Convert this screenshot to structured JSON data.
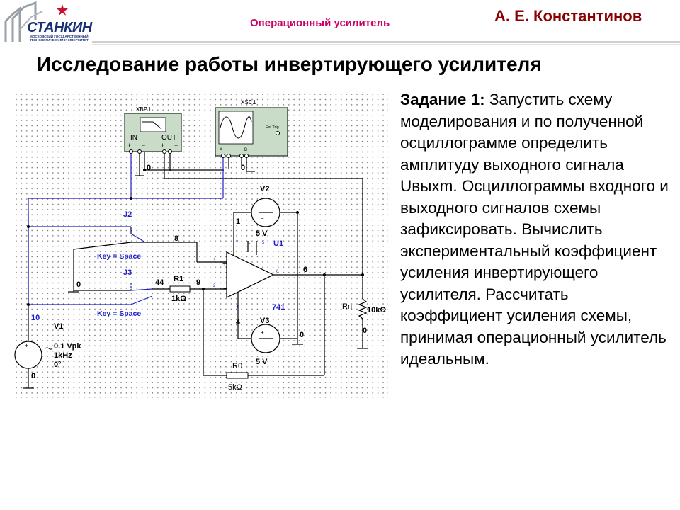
{
  "header": {
    "logo_text": "СТАНКИН",
    "logo_subtext": "МОСКОВСКИЙ ГОСУДАРСТВЕННЫЙ ТЕХНОЛОГИЧЕСКИЙ УНИВЕРСИТЕТ",
    "subject": "Операционный усилитель",
    "author": "А. Е. Константинов"
  },
  "title": "Исследование работы инвертирующего усилителя",
  "task": {
    "label": "Задание 1:",
    "text": " Запустить схему моделирования и по полученной осциллограмме определить амплитуду выходного сигнала Uвыхm. Осциллограммы входного и выходного сигналов схемы зафиксировать. Вычислить экспериментальный коэффициент усиления инвертирующего усилителя. Рассчитать коэффициент усиления схемы, принимая операционный усилитель идеальным."
  },
  "circuit": {
    "bode": {
      "name": "XBP1",
      "in": "IN",
      "out": "OUT"
    },
    "scope": {
      "name": "XSC1",
      "ext": "Ext Trig",
      "a": "A",
      "b": "B"
    },
    "source_v1": {
      "name": "V1",
      "amp": "0.1 Vpk",
      "freq": "1kHz",
      "phase": "0°"
    },
    "switch_j2": {
      "name": "J2",
      "key": "Key = Space"
    },
    "switch_j3": {
      "name": "J3",
      "key": "Key = Space"
    },
    "r1": {
      "name": "R1",
      "value": "1kΩ"
    },
    "r0": {
      "name": "R0",
      "value": "5kΩ"
    },
    "rn": {
      "name": "Rn",
      "value": "10kΩ"
    },
    "opamp": {
      "name": "U1",
      "model": "741"
    },
    "v2": {
      "name": "V2",
      "value": "5 V"
    },
    "v3": {
      "name": "V3",
      "value": "5 V"
    },
    "nodes": {
      "n0a": "0",
      "n0b": "0",
      "n0c": "0",
      "n0d": "0",
      "n0e": "0",
      "n0f": "0",
      "n1": "1",
      "n4": "4",
      "n6": "6",
      "n8": "8",
      "n9": "9",
      "n10": "10",
      "n44": "44"
    },
    "pins": {
      "p7": "7",
      "p1": "1",
      "p5": "5",
      "p3": "3",
      "p2": "2",
      "p6": "6",
      "p4": "4"
    },
    "plus": "+",
    "minus": "−"
  }
}
